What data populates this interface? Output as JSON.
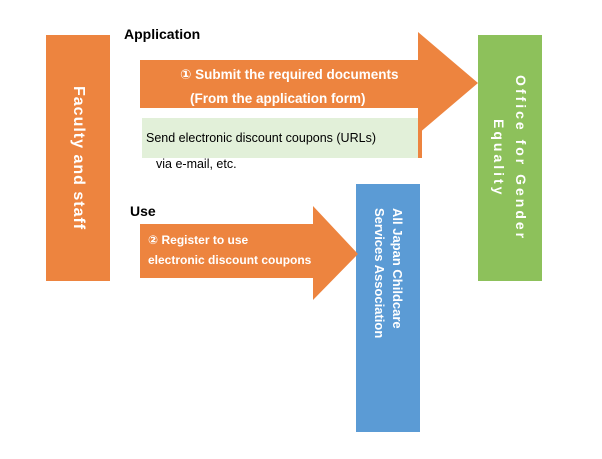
{
  "boxes": {
    "faculty": {
      "label": "Faculty and staff",
      "color": "#ED843F"
    },
    "office": {
      "label": "Office for Gender Equality",
      "color": "#8DC15B"
    },
    "association": {
      "line1": "All Japan Childcare",
      "line2": "Services Association",
      "color": "#5B9BD5"
    }
  },
  "application": {
    "heading": "Application",
    "arrow_line1": "① Submit the required documents",
    "arrow_line2": "(From the application form)",
    "return_line1": "Send electronic discount coupons (URLs)",
    "return_line2": "via e-mail, etc.",
    "return_color": "#E2F0D9"
  },
  "use": {
    "heading": "Use",
    "arrow_line1": "② Register to use",
    "arrow_line2": "electronic discount coupons"
  },
  "colors": {
    "arrow": "#ED843F"
  }
}
